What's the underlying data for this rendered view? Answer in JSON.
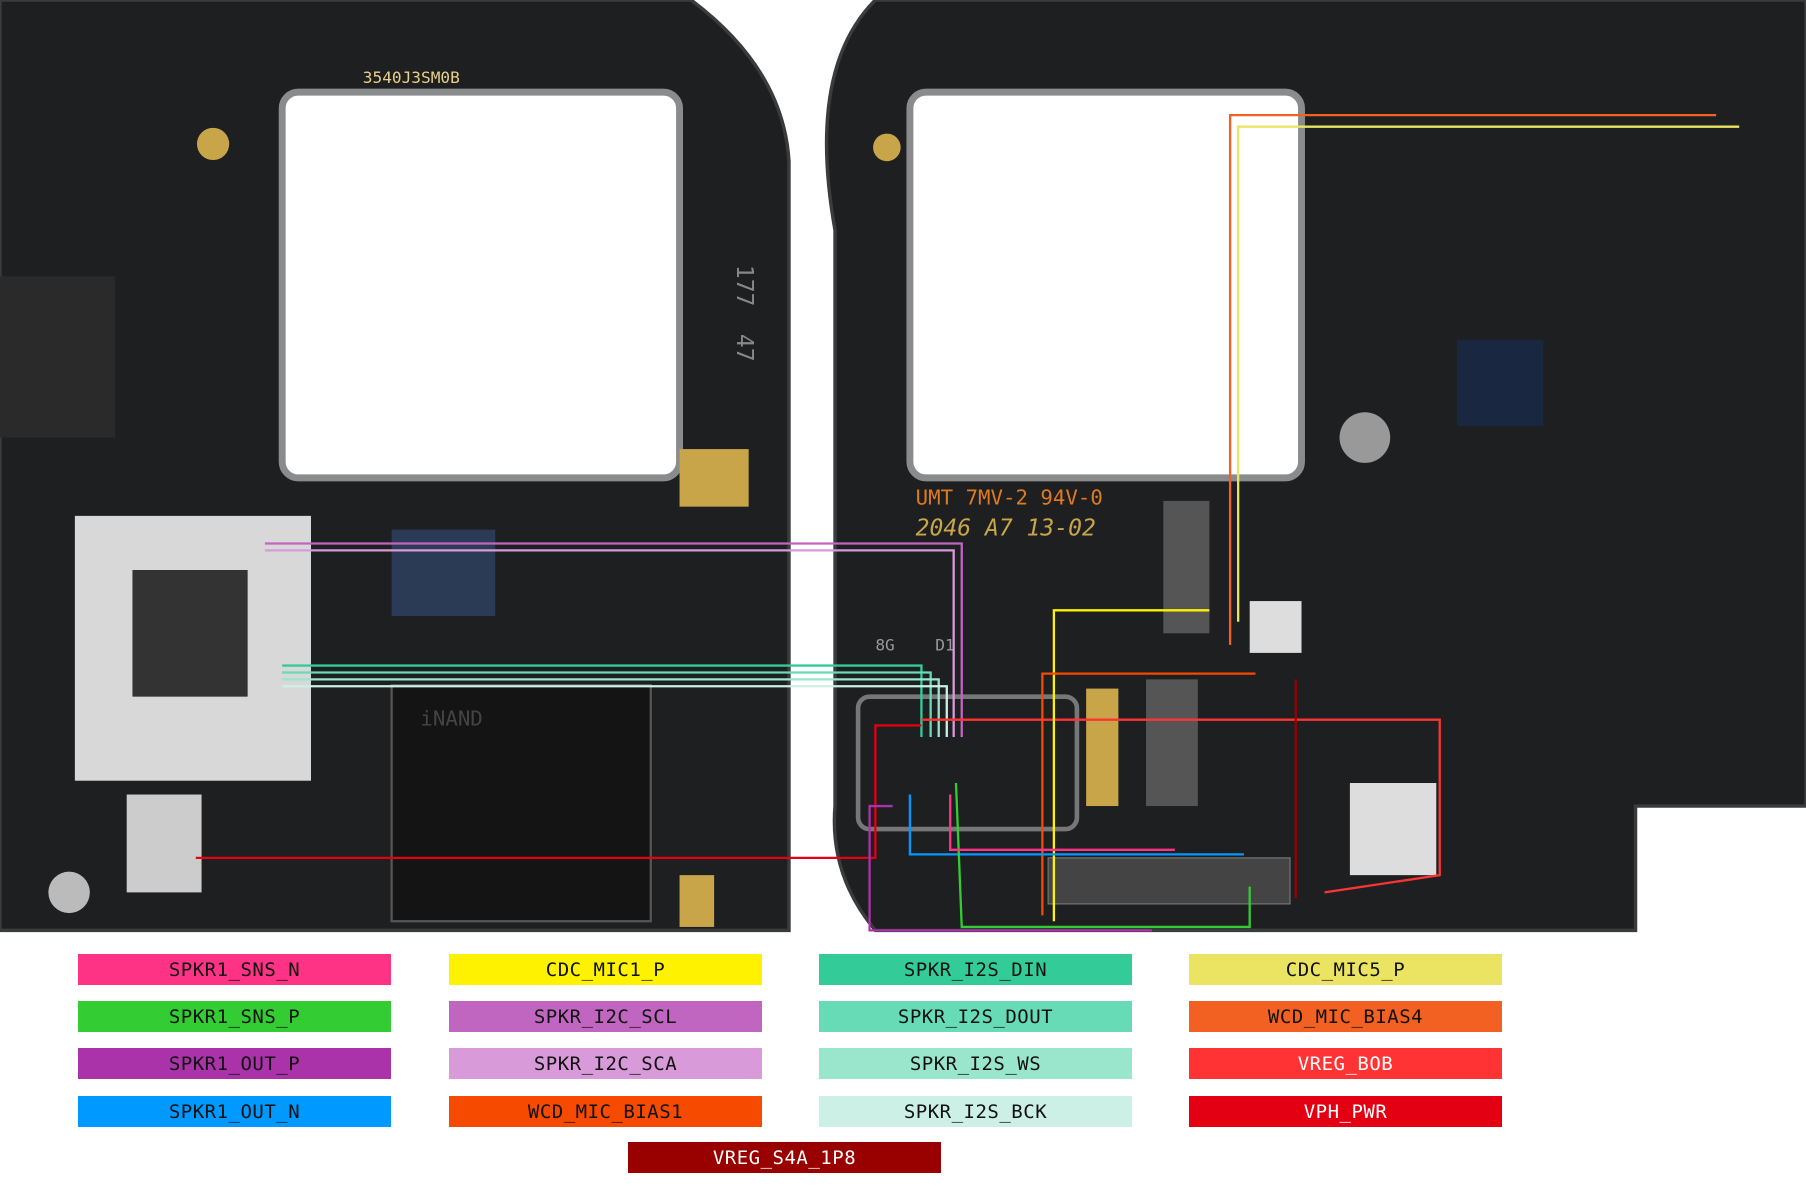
{
  "board_markings": {
    "left_top": "3540J3SM0B",
    "right_line1": "UMT 7MV-2 94V-0",
    "right_line2": "2046 A7 13-02",
    "label_8g": "8G",
    "label_d1": "D1",
    "side_177": "177",
    "side_47": "47",
    "emmc_label": "iNAND"
  },
  "legend": [
    {
      "label": "SPKR1_SNS_N",
      "color": "#ff3385",
      "text_color": "#111111"
    },
    {
      "label": "SPKR1_SNS_P",
      "color": "#33cc33",
      "text_color": "#111111"
    },
    {
      "label": "SPKR1_OUT_P",
      "color": "#aa33aa",
      "text_color": "#111111"
    },
    {
      "label": "SPKR1_OUT_N",
      "color": "#0099ff",
      "text_color": "#111111"
    },
    {
      "label": "CDC_MIC1_P",
      "color": "#fff200",
      "text_color": "#111111"
    },
    {
      "label": "SPKR_I2C_SCL",
      "color": "#c066c0",
      "text_color": "#111111"
    },
    {
      "label": "SPKR_I2C_SCA",
      "color": "#d89ad8",
      "text_color": "#111111"
    },
    {
      "label": "WCD_MIC_BIAS1",
      "color": "#f54a00",
      "text_color": "#111111"
    },
    {
      "label": "SPKR_I2S_DIN",
      "color": "#33cc99",
      "text_color": "#111111"
    },
    {
      "label": "SPKR_I2S_DOUT",
      "color": "#66dbb5",
      "text_color": "#111111"
    },
    {
      "label": "SPKR_I2S_WS",
      "color": "#99e6cc",
      "text_color": "#111111"
    },
    {
      "label": "SPKR_I2S_BCK",
      "color": "#ccf0e5",
      "text_color": "#111111"
    },
    {
      "label": "CDC_MIC5_P",
      "color": "#ebe463",
      "text_color": "#111111"
    },
    {
      "label": "WCD_MIC_BIAS4",
      "color": "#f26122",
      "text_color": "#111111"
    },
    {
      "label": "VREG_BOB",
      "color": "#ff3333",
      "text_color": "#ffffff"
    },
    {
      "label": "VPH_PWR",
      "color": "#e30013",
      "text_color": "#ffffff"
    },
    {
      "label": "VREG_S4A_1P8",
      "color": "#990000",
      "text_color": "#ffffff"
    }
  ]
}
